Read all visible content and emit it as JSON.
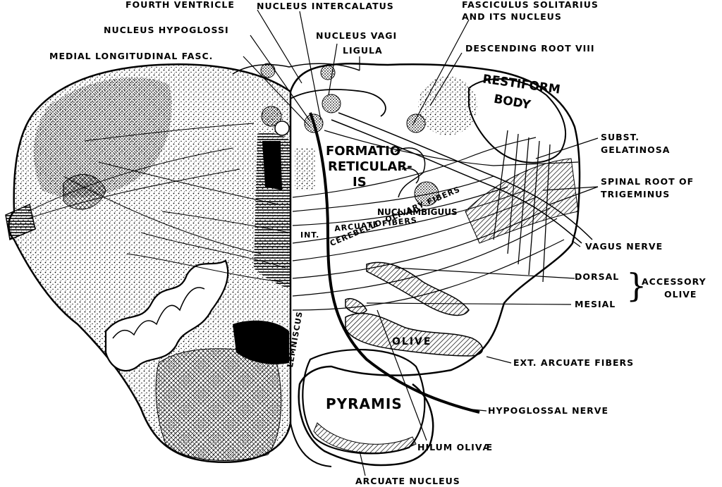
{
  "labels": {
    "fourth_ventricle": "FOURTH VENTRICLE",
    "nucleus_intercalatus": "NUCLEUS INTERCALATUS",
    "fasciculus_solitarius_line1": "FASCICULUS SOLITARIUS",
    "fasciculus_solitarius_line2": "AND ITS NUCLEUS",
    "nucleus_hypoglossi": "NUCLEUS HYPOGLOSSI",
    "nucleus_vagi": "NUCLEUS VAGI",
    "ligula": "LIGULA",
    "descending_root_viii": "DESCENDING ROOT VIII",
    "medial_longitudinal_fasc": "MEDIAL LONGITUDINAL FASC.",
    "restiform_line1": "RESTIFORM",
    "restiform_line2": "BODY",
    "subst_gelatinosa_line1": "SUBST.",
    "subst_gelatinosa_line2": "GELATINOSA",
    "spinal_root_line1": "SPINAL ROOT OF",
    "spinal_root_line2": "TRIGEMINUS",
    "formatio_line1": "FORMATIO",
    "formatio_line2": "RETICULAR-",
    "formatio_line3": "IS",
    "nucl_ambiguus": "NUCL.AMBIGUUS",
    "int": "INT.",
    "arcuate_fibers": "ARCUATE FIBERS",
    "cerebello_olivary": "CEREBELLO-OLIVARY FIBERS",
    "vagus_nerve": "VAGUS NERVE",
    "dorsal": "DORSAL",
    "mesial": "MESIAL",
    "accessory_olive_line1": "ACCESSORY",
    "accessory_olive_line2": "OLIVE",
    "olive": "OLIVE",
    "lemniscus": "LEMNISCUS",
    "ext_arcuate_fibers": "EXT. ARCUATE FIBERS",
    "pyramis": "PYRAMIS",
    "hypoglossal_nerve": "HYPOGLOSSAL NERVE",
    "hilum_olivae": "HILUM OLIVÆ",
    "arcuate_nucleus": "ARCUATE NUCLEUS"
  },
  "colors": {
    "ink": "#000000",
    "paper": "#ffffff"
  }
}
